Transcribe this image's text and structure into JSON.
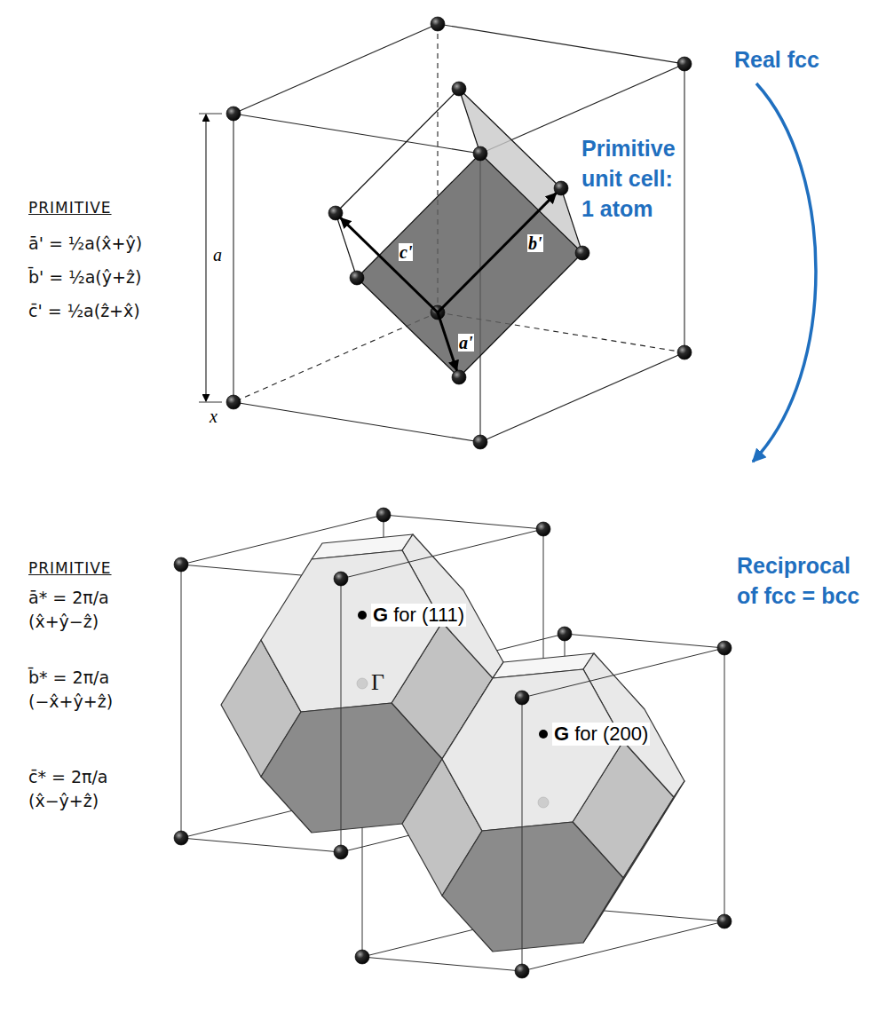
{
  "diagram": {
    "labels": [
      "Real fcc",
      "PRIMITIVE",
      "ā' = ½a(x̂+ŷ)",
      "b̄' = ½a(ŷ+ẑ)",
      "c̄' = ½a(ẑ+x̂)",
      "a",
      "Primitive unit cell: 1 atom",
      "c'",
      "b'",
      "a'",
      "x",
      "PRIMITIVE",
      "ā* = 2π/a (x̂+ŷ−ẑ)",
      "Reciprocal of fcc = bcc",
      "G for (111)",
      "Γ",
      "b̄* = 2π/a (−x̂+ŷ+ẑ)",
      "G for (200)",
      "c̄* = 2π/a (x̂−ŷ+ẑ)"
    ]
  }
}
